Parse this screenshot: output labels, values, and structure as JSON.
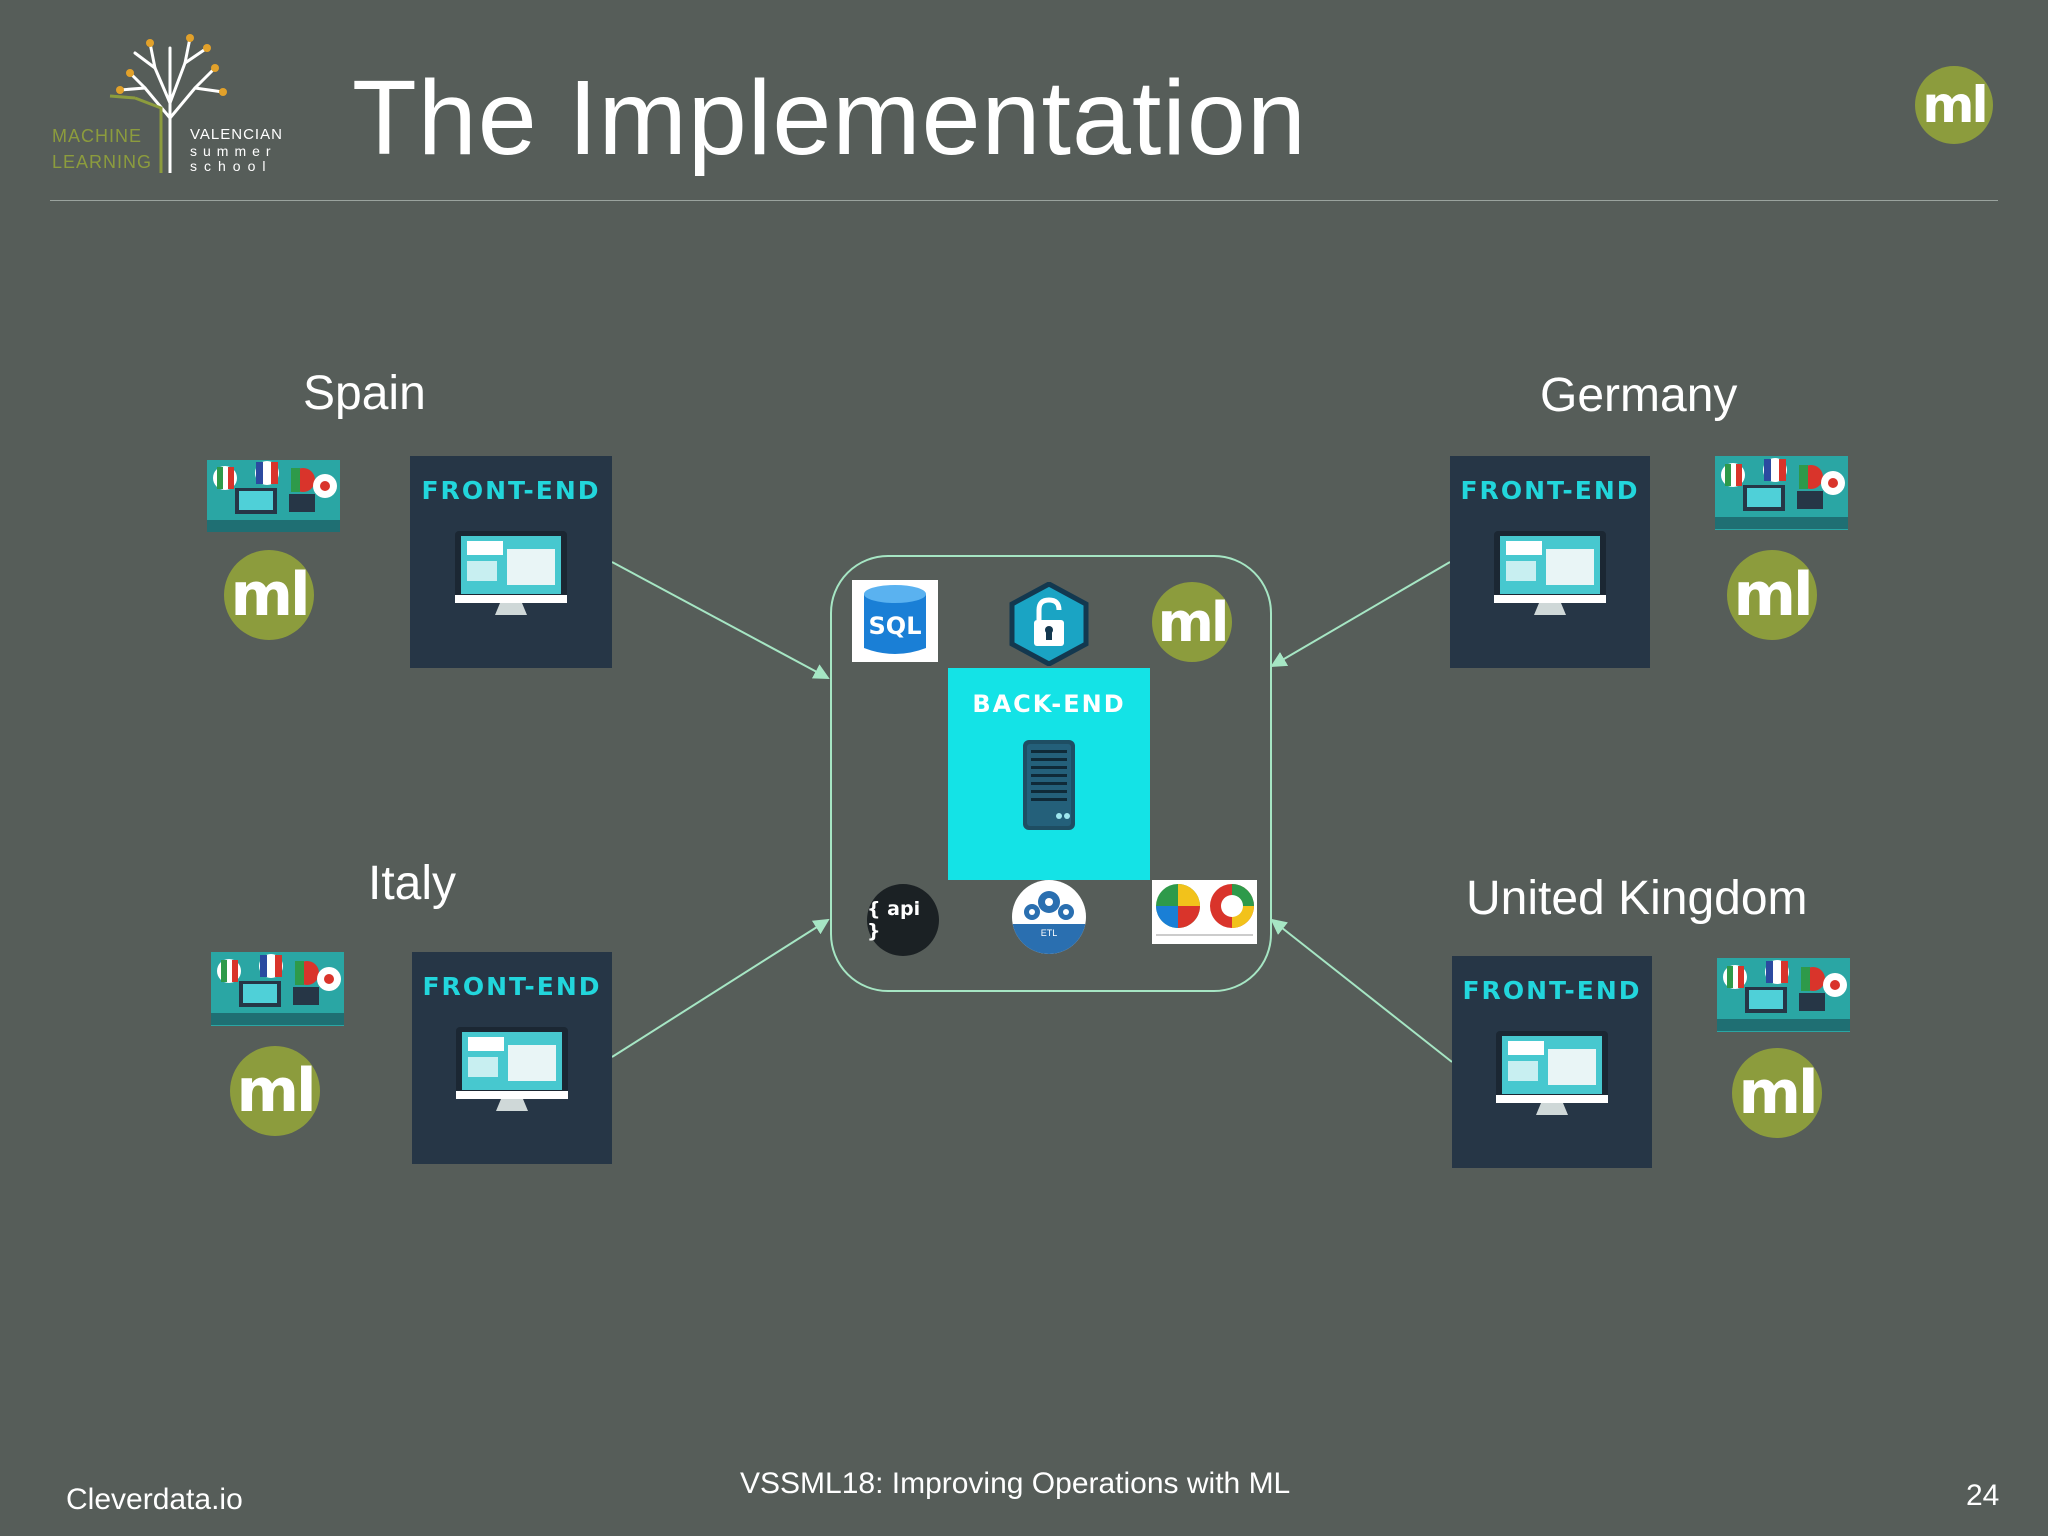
{
  "header": {
    "title": "The Implementation",
    "logo": {
      "left_line1": "MACHINE",
      "left_line2": "LEARNING",
      "right_line1": "VALENCIAN",
      "right_line2": "summer",
      "right_line3": "school"
    },
    "badge_text": "ml"
  },
  "diagram": {
    "countries": [
      {
        "name": "Spain",
        "frontend_label": "FRONT-END",
        "badge_text": "ml"
      },
      {
        "name": "Germany",
        "frontend_label": "FRONT-END",
        "badge_text": "ml"
      },
      {
        "name": "Italy",
        "frontend_label": "FRONT-END",
        "badge_text": "ml"
      },
      {
        "name": "United Kingdom",
        "frontend_label": "FRONT-END",
        "badge_text": "ml"
      }
    ],
    "hub": {
      "backend_label": "BACK-END",
      "sql_label": "SQL",
      "api_label": "{ api }",
      "etl_label": "ETL",
      "badge_text": "ml"
    }
  },
  "footer": {
    "left": "Cleverdata.io",
    "center": "VSSML18: Improving Operations with ML",
    "page_number": "24"
  },
  "colors": {
    "background": "#565d59",
    "ml_green": "#8c9c3d",
    "frontend_bg": "#263646",
    "cyan": "#14e3e6",
    "arrow": "#a6e6c4"
  }
}
